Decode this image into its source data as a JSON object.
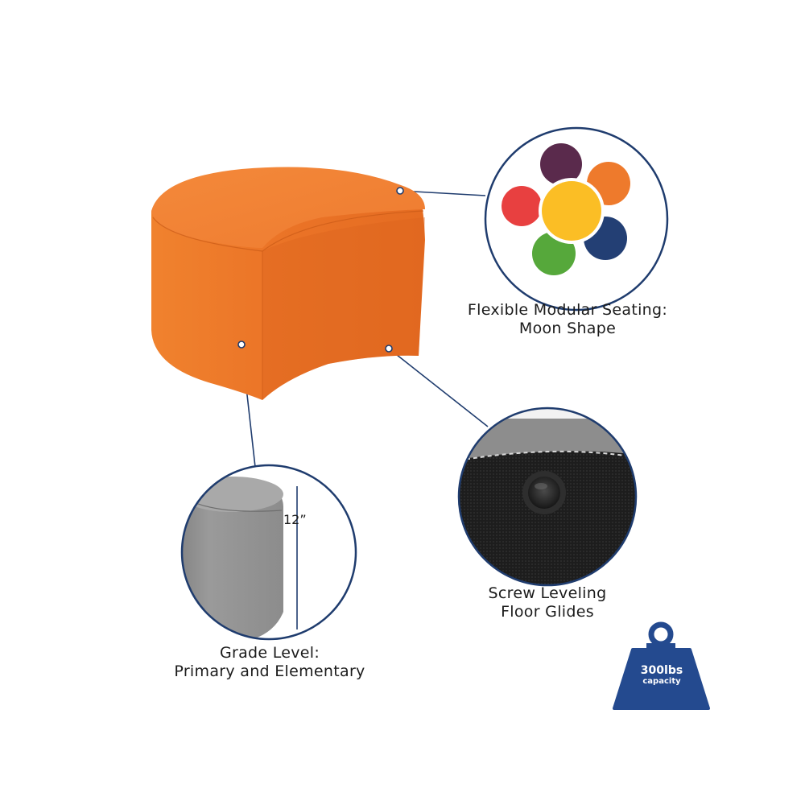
{
  "product": {
    "name": "moon-shaped-seat",
    "color": "#e96f22"
  },
  "callouts": {
    "moon_shape": {
      "line1": "Flexible Modular Seating:",
      "line2": "Moon Shape"
    },
    "floor_glides": {
      "line1": "Screw Leveling",
      "line2": "Floor Glides"
    },
    "grade_level": {
      "line1": "Grade Level:",
      "line2": "Primary and Elementary"
    }
  },
  "dimension": {
    "height_label": "12”"
  },
  "capacity_badge": {
    "weight": "300lbs",
    "label": "capacity",
    "color": "#244a8f"
  },
  "palette_icon": {
    "colors": [
      "#5a2a4c",
      "#ee7a2c",
      "#233f74",
      "#56a83b",
      "#e84040",
      "#fbbe25"
    ]
  },
  "accent_color": "#1f3c6e"
}
